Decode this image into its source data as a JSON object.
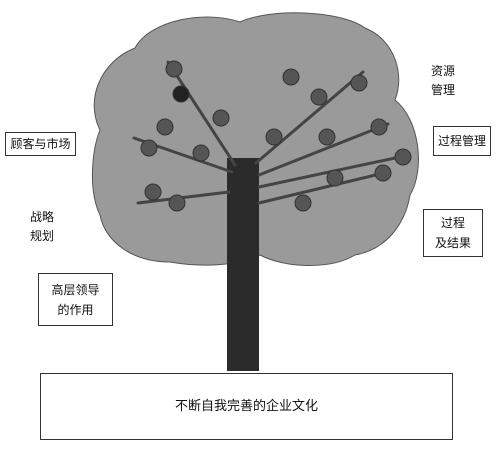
{
  "diagram": {
    "labels": {
      "customer_market": "顾客与市场",
      "strategy_line1": "战略",
      "strategy_line2": "规划",
      "leadership_line1": "高层领导",
      "leadership_line2": "的作用",
      "resource_line1": "资源",
      "resource_line2": "管理",
      "process_mgmt": "过程管理",
      "process_results_line1": "过程",
      "process_results_line2": "及结果",
      "base_culture": "不断自我完善的企业文化"
    },
    "colors": {
      "canopy": "#9a9a9a",
      "trunk": "#2b2b2b",
      "branch": "#444444",
      "fruit": "#555555",
      "fruit_dark": "#222222"
    }
  }
}
